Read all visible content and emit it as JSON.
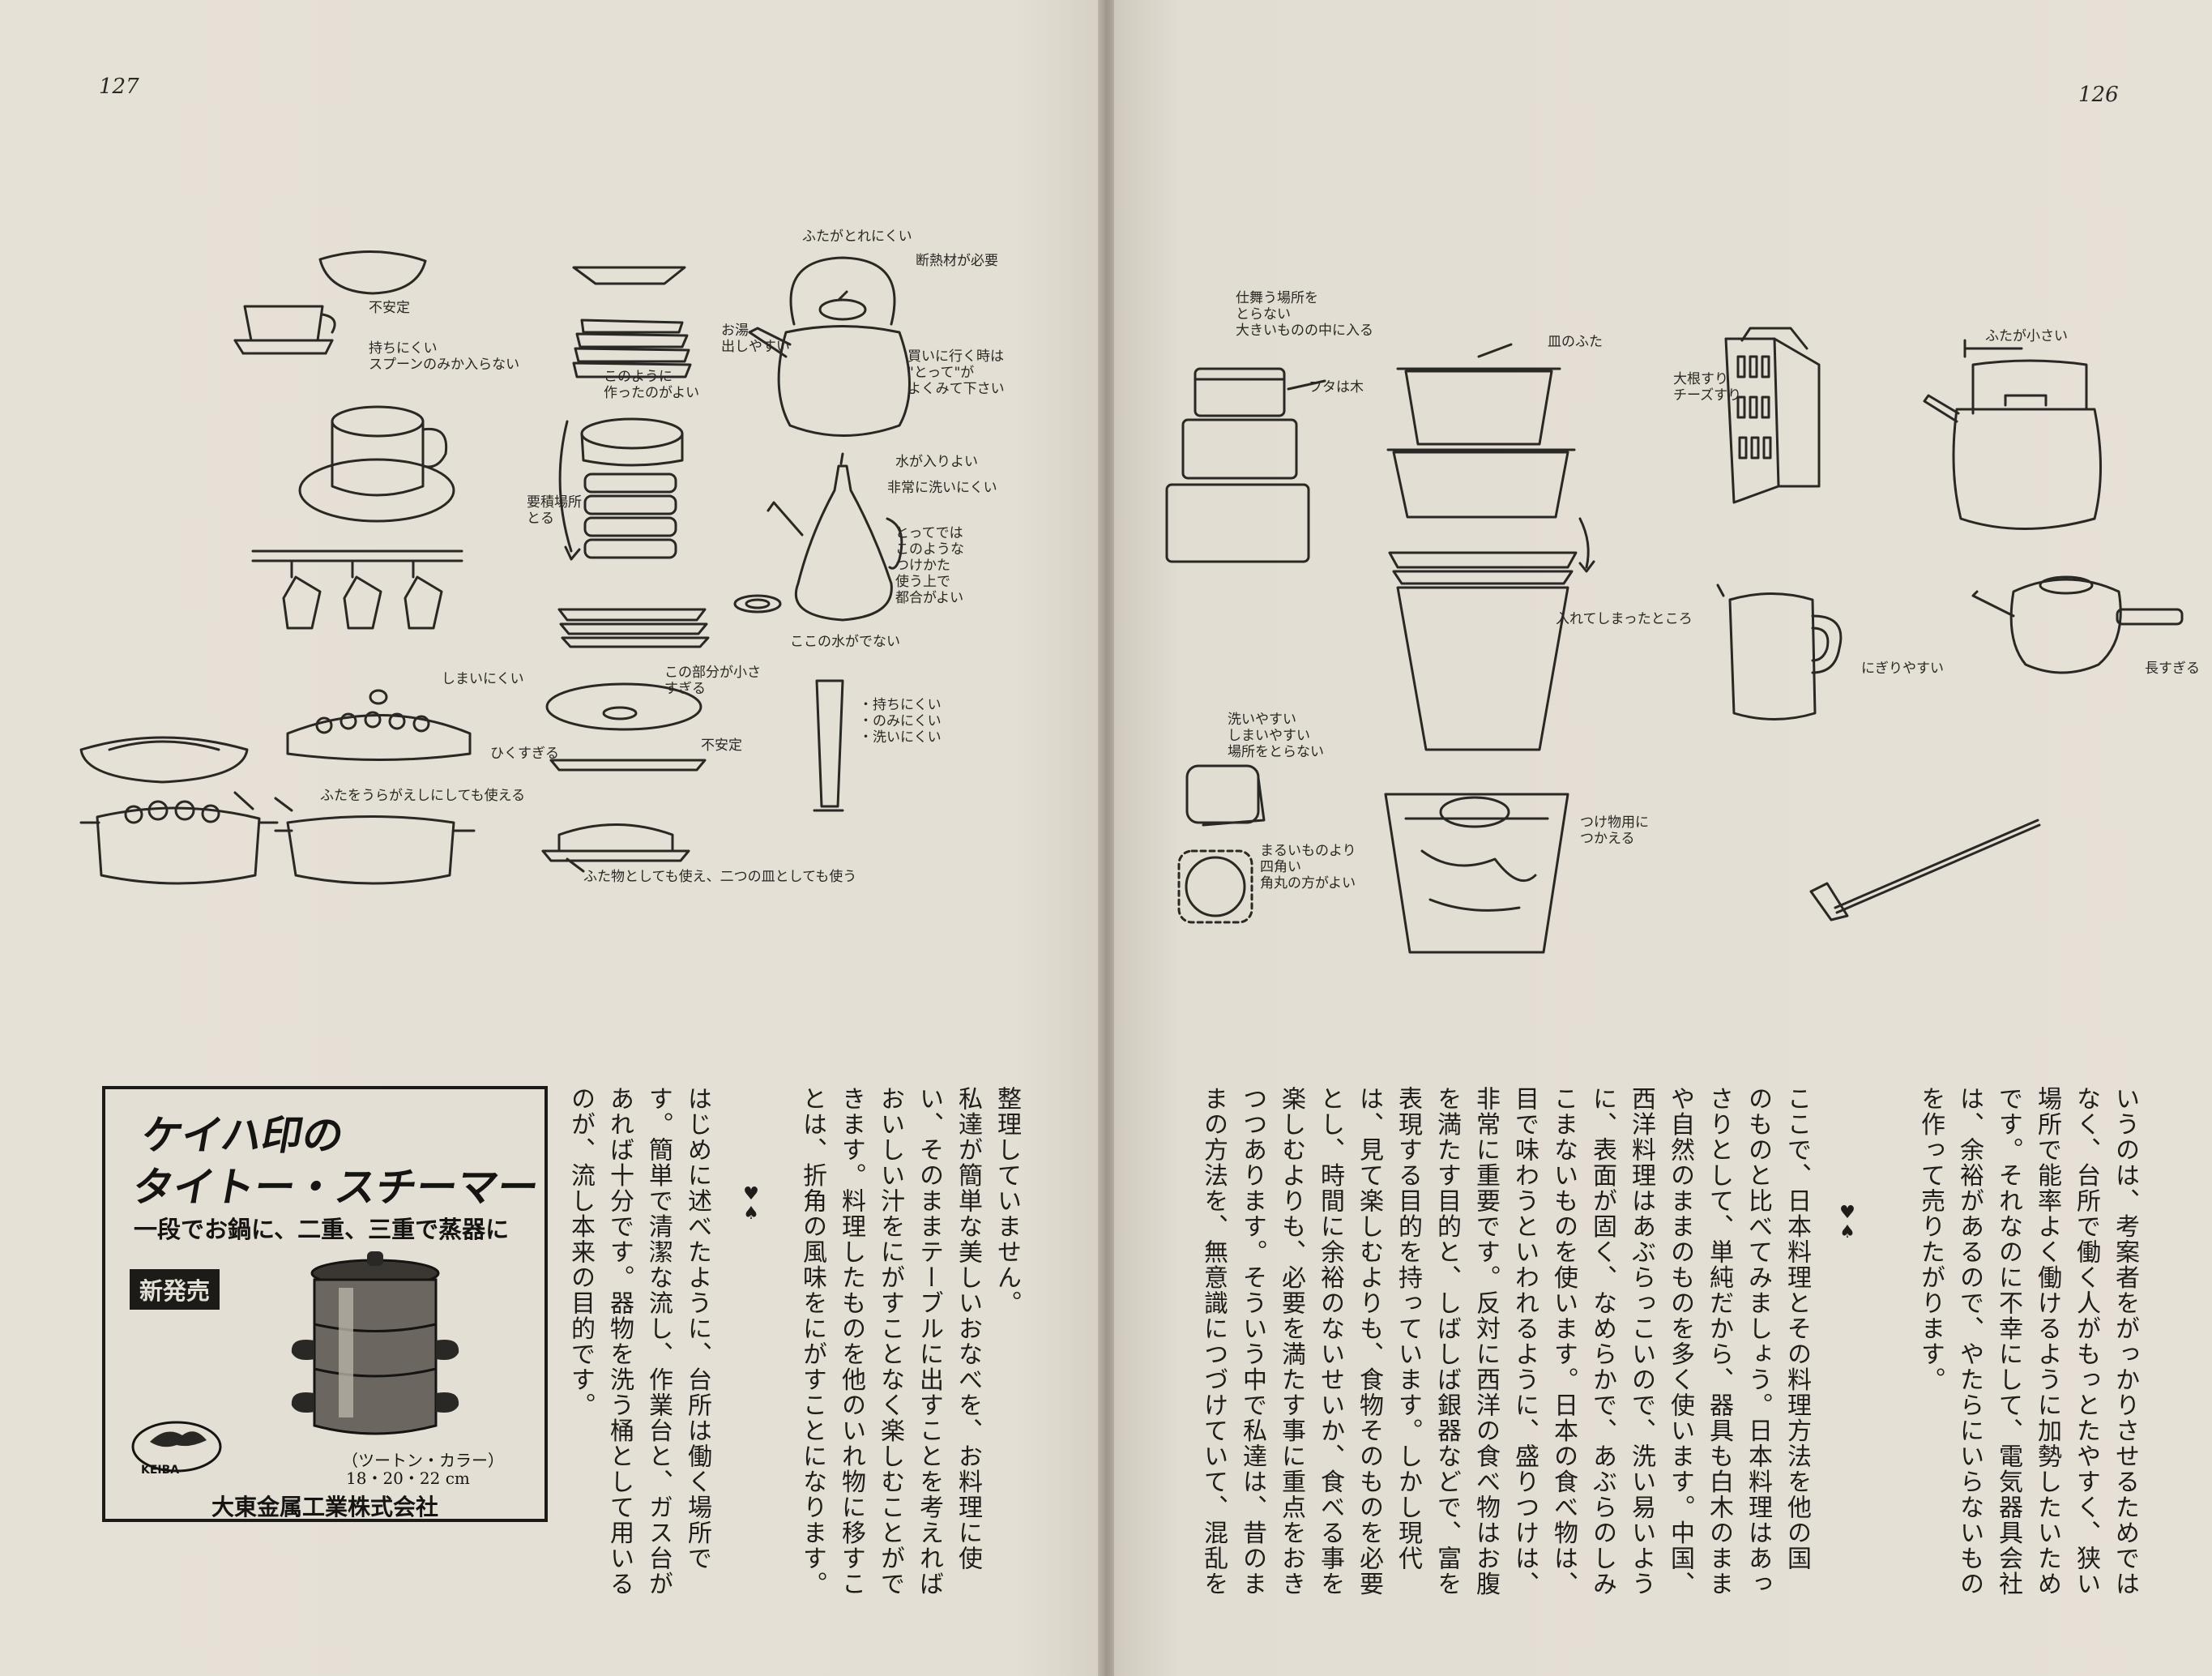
{
  "left_page": {
    "page_number": "127",
    "sketch_notes": {
      "cup_unstable": "不安定",
      "cup_hard_to_hold": "持ちにくい\nスプーンのみか入らない",
      "stack_bowls": "このように\n作ったのがよい",
      "stack_space": "要積場所\nとる",
      "kettle_lid": "ふたがとれにくい",
      "kettle_design": "断熱材が必要",
      "kettle_hot_water": "お湯\n出しやすい",
      "kettle_buy": "買いに行く時は\n\"とって\"が\nよくみて下さい",
      "pot_water": "水が入りよい",
      "pot_wash": "非常に洗いにくい",
      "pot_handle": "とってでは\nこのような\nつけかた\n使う上で\n都合がよい",
      "pot_spout": "ここの水がでない",
      "tray_hard": "しまいにくい",
      "plate_small": "この部分が小さ\nすぎる",
      "plate_unstable": "不安定",
      "glass_notes": "・持ちにくい\n・のみにくい\n・洗いにくい",
      "pan_too_low": "ひくすぎる",
      "pan_lid": "ふたをうらがえしにしても使える",
      "butter_dish": "ふた物としても使え、二つの皿としても使う"
    },
    "columns": [
      "整理していません。",
      "私達が簡単な美しいおなべを、お料理に使",
      "い、そのままテーブルに出すことを考えれば",
      "おいしい汁をにがすことなく楽しむことがで",
      "きます。料理したものを他のいれ物に移すこ",
      "とは、折角の風味をにがすことになります。",
      "はじめに述べたように、台所は働く場所で",
      "す。簡単で清潔な流し、作業台と、ガス台が",
      "あれば十分です。器物を洗う桶として用いる",
      "のが、流し本来の目的です。"
    ],
    "ornament": "♥\n♠"
  },
  "advert": {
    "title_line1": "ケイハ印の",
    "title_line2": "タイトー・スチーマー",
    "subtitle": "一段でお鍋に、二重、三重で蒸器に",
    "badge": "新発売",
    "colors_line1": "（ツートン・カラー）",
    "colors_line2": "18・20・22 cm",
    "logo_text": "KEIBA",
    "company": "大東金属工業株式会社"
  },
  "right_page": {
    "page_number": "126",
    "sketch_notes": {
      "storage_space": "仕舞う場所を\nとらない\n大きいものの中に入る",
      "lid_wood": "フタは木",
      "lid_plate": "皿のふた",
      "nested": "入れてしまったところ",
      "grater": "大根すり\nチーズすり",
      "kettle_small": "ふたが小さい",
      "jug": "にぎりやすい",
      "teapot": "長すぎる",
      "square_easy": "洗いやすい\nしまいやすい\n場所をとらない",
      "square_better": "まるいものより\n四角い\n角丸の方がよい",
      "pickles": "つけ物用に\nつかえる"
    },
    "columns": [
      "いうのは、考案者をがっかりさせるためでは",
      "なく、台所で働く人がもっとたやすく、狭い",
      "場所で能率よく働けるように加勢したいため",
      "です。それなのに不幸にして、電気器具会社",
      "は、余裕があるので、やたらにいらないもの",
      "を作って売りたがります。",
      "ここで、日本料理とその料理方法を他の国",
      "のものと比べてみましょう。日本料理はあっ",
      "さりとして、単純だから、器具も白木のまま",
      "や自然のままのものを多く使います。中国、",
      "西洋料理はあぶらっこいので、洗い易いよう",
      "に、表面が固く、なめらかで、あぶらのしみ",
      "こまないものを使います。日本の食べ物は、",
      "目で味わうといわれるように、盛りつけは、",
      "非常に重要です。反対に西洋の食べ物はお腹",
      "を満たす目的と、しばしば銀器などで、富を",
      "表現する目的を持っています。しかし現代",
      "は、見て楽しむよりも、食物そのものを必要",
      "とし、時間に余裕のないせいか、食べる事を",
      "楽しむよりも、必要を満たす事に重点をおき",
      "つつあります。そういう中で私達は、昔のま",
      "まの方法を、無意識につづけていて、混乱を"
    ],
    "ornament": "♥\n♠"
  }
}
